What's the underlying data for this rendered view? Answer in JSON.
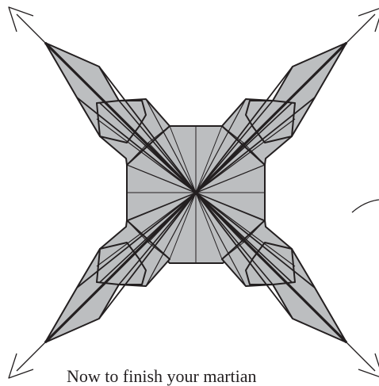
{
  "caption": "Now to finish your martian",
  "colors": {
    "paper_fill": "#bcbec0",
    "line": "#231f20",
    "background": "#ffffff"
  },
  "arrows": [
    "arrow-up-left",
    "arrow-up-right",
    "arrow-down-left",
    "arrow-down-right"
  ]
}
